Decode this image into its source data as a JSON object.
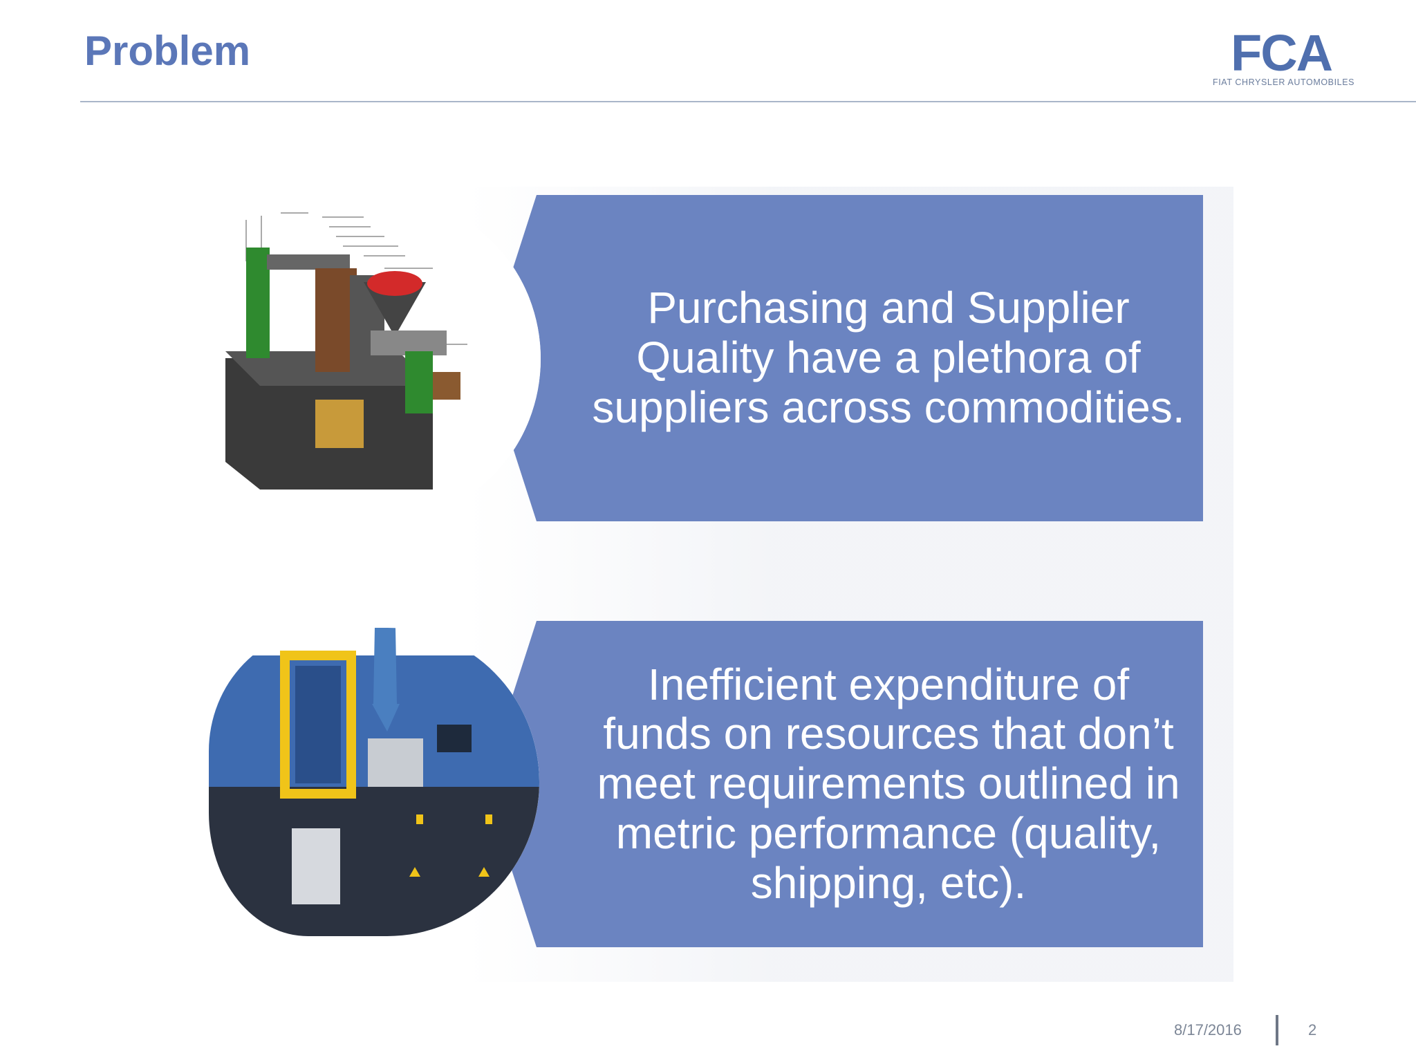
{
  "slide": {
    "title": "Problem",
    "date": "8/17/2016",
    "page_number": "2"
  },
  "logo": {
    "mark": "FCA",
    "subtitle": "FIAT CHRYSLER AUTOMOBILES",
    "color": "#4f6fae"
  },
  "callouts": [
    {
      "text": "Purchasing and Supplier Quality have a plethora of suppliers across commodities.",
      "image": "injection-molding-diagram"
    },
    {
      "text": "Inefficient expenditure of funds on resources that don’t meet requirements outlined in metric performance (quality, shipping, etc).",
      "image": "injection-molding-machine"
    }
  ],
  "colors": {
    "accent": "#5b77b8",
    "callout_fill": "#6b84c1"
  }
}
